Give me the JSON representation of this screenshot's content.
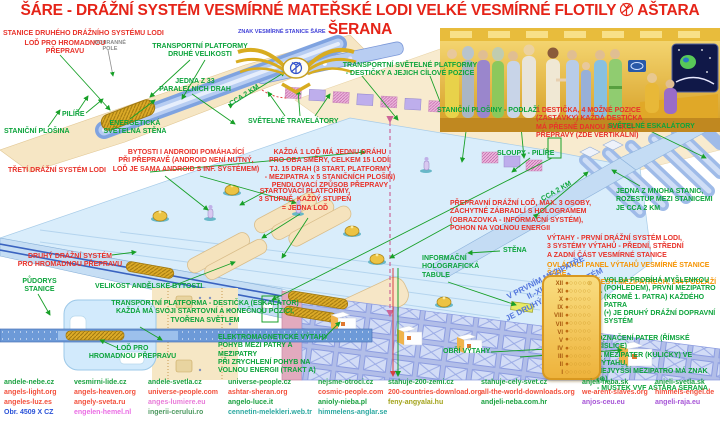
{
  "title": {
    "part1": "ŠÁRE - DRÁŽNÍ SYSTÉM VESMÍRNÉ MATEŘSKÉ LODI VELKÉ VESMÍRNÉ FLOTILY",
    "part2": "AŠTARA ŠERANA",
    "symbol_name": "ashtar-emblem",
    "color": "#e52418"
  },
  "emblem_caption": {
    "text": "ZNAK VESMÍRNÉ STANICE ŠÁRE",
    "color": "#4343d8"
  },
  "colors": {
    "green": "#0da43c",
    "red": "#e8322a",
    "orange": "#f59300",
    "blue_caption": "#4343d8",
    "wall_blue": "#5577dd",
    "grey": "#8c8c8c"
  },
  "labels": {
    "stanice_druheho": {
      "text": "STANICE DRUHÉHO DRÁŽNÍHO SYSTÉMU LODI",
      "color": "#e8322a"
    },
    "lod_top": {
      "text": "LOĎ PRO HROMADNOU\nPŘEPRAVU",
      "color": "#e8322a"
    },
    "ochranne_pole": {
      "text": "OCHRANNÉ\nPOLE",
      "color": "#8c8c8c"
    },
    "transp_druhe": {
      "text": "TRANSPORTNÍ PLATFORMY\nDRUHÉ VELIKOSTI",
      "color": "#0da43c"
    },
    "jedna_z_33": {
      "text": "JEDNA Z 33\nPARALELNÍCH DRAH",
      "color": "#0da43c"
    },
    "pilire": {
      "text": "PILÍŘE",
      "color": "#0da43c"
    },
    "energeticka": {
      "text": "ENERGETICKÁ\nSVĚTELNÁ STĚNA",
      "color": "#0da43c"
    },
    "stanicni_plosina": {
      "text": "STANIČNÍ PLOŠINA",
      "color": "#0da43c"
    },
    "transp_svetelne": {
      "text": "TRANSPORTNÍ SVĚTELNÉ PLATFORMY\n- DESTIČKY A JEJICH CÍLOVÉ POZICE",
      "color": "#0da43c"
    },
    "cca2km_left": {
      "text": "CCA 2 KM",
      "color": "#0da43c"
    },
    "svetelne_travel": {
      "text": "SVĚTELNÉ TRAVELÁTORY",
      "color": "#0da43c"
    },
    "stanicni_plosiny_podlazi": {
      "text": "STANIČNÍ PLOŠINY - PODLAŽÍ",
      "color": "#0da43c"
    },
    "desticka_1": {
      "text": "1 DESTIČKA, 4 MOŽNÉ POZICE\n(ZASTÁVKY) KAŽDÁ DESTIČKA\nMÁ PŘESNĚ DANOU FUNKCI\nPŘEPRAVY (ZDE VERTIKÁLNÍ)",
      "color": "#e8322a"
    },
    "svetelne_eskalatory": {
      "text": "SVĚTELNÉ ESKALÁTORY",
      "color": "#0da43c"
    },
    "treti_drazni": {
      "text": "TŘETÍ DRÁŽNÍ SYSTÉM LODI",
      "color": "#e8322a"
    },
    "bytosti": {
      "text": "BYTOSTI I ANDROIDI POMÁHAJÍCÍ\nPŘI PŘEPRAVĚ (ANDROID NENÍ NUTNÝ,\nLOĎ JE SAMA ANDROID S INF. SYSTÉMEM)",
      "color": "#e8322a"
    },
    "kazda_lod": {
      "text": "KAŽDÁ 1 LOĎ MÁ JEDNU DRÁHU\nPRO OBA SMĚRY, CELKEM 15 LODÍ,\nTJ. 15 DRAH (3 START. PLATFORMY\n- MEZIPATRA x 5 STANIČNÍCH PLOŠIN)\nPENDLOVACÍ ZPŮSOB PŘEPRAVY",
      "color": "#e8322a"
    },
    "sloupy_pilire": {
      "text": "SLOUPY - PILÍŘE",
      "color": "#0da43c"
    },
    "jedna_mnoha": {
      "text": "JEDNA Z MNOHA STANIC,\nROZESTUP MEZI STANICEMI\nJE CCA 2 KM",
      "color": "#0da43c"
    },
    "startovaci": {
      "text": "STARTOVACÍ PLATFORMY,\n3 STUPNĚ, KAŽDÝ STUPEŇ\n= JEDNA LOĎ",
      "color": "#e8322a"
    },
    "prepravni": {
      "text": "PŘEPRAVNÍ DRÁŽNÍ LOĎ, MAX. 3 OSOBY,\nZÁCHYTNÉ ZÁBRADLÍ S HOLOGRAMEM\n(OBRAZOVKA - INFORMAČNÍ SYSTÉM),\nPOHON NA VOLNOU ENERGII",
      "color": "#e8322a"
    },
    "cca2km_right": {
      "text": "CCA 2 KM",
      "color": "#0da43c"
    },
    "stena": {
      "text": "STĚNA",
      "color": "#0da43c"
    },
    "vytahy": {
      "text": "VÝTAHY - PRVNÍ DRÁŽNÍ SYSTÉM LODI,\n3 SYSTÉMY VÝTAHŮ - PŘEDNÍ, STŘEDNÍ\nA ZADNÍ ČÁST VESMÍRNÉ STANICE",
      "color": "#e8322a"
    },
    "ovladaci": {
      "text": "OVLÁDACÍ PANEL VÝTAHŮ VESMÍRNÉ STANICE ŠÁRE\nXII PATER, PO ŠESTI MEZIPATRECH, 144 PODLAŽÍ",
      "color": "#f59300"
    },
    "druhy_drazni": {
      "text": "DRUHÝ DRÁŽNÍ SYSTÉM\nPRO HROMADNOU PŘEPRAVU",
      "color": "#e8322a"
    },
    "informacni": {
      "text": "INFORMAČNÍ\nHOLOGRAFICKÁ\nTABULE",
      "color": "#0da43c"
    },
    "pudorys": {
      "text": "PŮDORYS\nSTANICE",
      "color": "#0da43c"
    },
    "velikost": {
      "text": "VELIKOST ANDĚLSKÉ BYTOSTI",
      "color": "#0da43c"
    },
    "transp_desticka": {
      "text": "TRANSPORTNÍ PLATFORMA - DESTIČKA (ESKALÁTOR)\nKAŽDÁ MÁ SVOJI STARTOVNÍ A KONEČNOU POZICI,\nTVOŘENA SVĚTLEM",
      "color": "#0da43c"
    },
    "lod_bottom": {
      "text": "LOĎ PRO\nHROMADNOU PŘEPRAVU",
      "color": "#0da43c"
    },
    "elektromag": {
      "text": "ELEKTROMAGNETICKÉ VÝTAHY\nPOHYB MEZI PATRY A MEZIPATRY\nPŘI ZRYCHLENÍ POHYB NA\nVOLNOU ENERGII (TRAKT A)",
      "color": "#0da43c"
    },
    "v_prvnim": {
      "text": "V PRVNÍM MEZIPATŘE\nII.-XII. PATRA\nJE DRUHÝ DRÁŽNÍ SYSTÉM",
      "color": "#5577dd"
    },
    "obri": {
      "text": "OBŘÍ VÝTAHY",
      "color": "#0da43c"
    },
    "volba": {
      "text": "VOLBA PROBÍHÁ MYŠLENKOU\n(POHLEDEM), PRVNÍ MEZIPATRO\n(KROMĚ 1. PATRA) KAŽDÉHO PATRA\n(•) JE DRUHÝ DRÁŽNÍ DOPRAVNÍ\nSYSTÉM",
      "color": "#0da43c"
    },
    "oznaceni": {
      "text": "OZNAČENÍ PATER (ŘÍMSKÉ ČÍSLICE)\nA MEZIPATER (KULIČKY) VE VÝTAHU,\nNEJVYŠŠÍ MEZIPATRO MÁ ZNAK (⊛)\n- MŮSTEK VVF AŠTARA ŠERANA",
      "color": "#0da43c"
    }
  },
  "elevator_panel": {
    "floors_count": "XII",
    "rows": [
      {
        "numeral": "XII",
        "first": "●",
        "rest": "○○○○⊛"
      },
      {
        "numeral": "XI",
        "first": "●",
        "rest": "○○○○○"
      },
      {
        "numeral": "X",
        "first": "●",
        "rest": "○○○○○"
      },
      {
        "numeral": "IX",
        "first": "●",
        "rest": "○○○○○"
      },
      {
        "numeral": "VIII",
        "first": "●",
        "rest": "○○○○○"
      },
      {
        "numeral": "VII",
        "first": "●",
        "rest": "○○○○○"
      },
      {
        "numeral": "VI",
        "first": "●",
        "rest": "○○○○○"
      },
      {
        "numeral": "V",
        "first": "●",
        "rest": "○○○○○"
      },
      {
        "numeral": "IV",
        "first": "●",
        "rest": "○○○○○"
      },
      {
        "numeral": "III",
        "first": "●",
        "rest": "○○○○○"
      },
      {
        "numeral": "II",
        "first": "●",
        "rest": "○○○○○"
      },
      {
        "numeral": "I",
        "first": "○",
        "rest": "○○○○○"
      }
    ]
  },
  "footer": {
    "columns": [
      {
        "links": [
          {
            "text": "andele-nebe.cz",
            "color": "#1ba141"
          },
          {
            "text": "angels-light.org",
            "color": "#f2503c"
          },
          {
            "text": "angeles-luz.es",
            "color": "#f2503c"
          },
          {
            "text": "Obr. 4509 X CZ",
            "color": "#2a52d8"
          }
        ]
      },
      {
        "links": [
          {
            "text": "vesmirni-lide.cz",
            "color": "#1ba141"
          },
          {
            "text": "angels-heaven.org",
            "color": "#f2503c"
          },
          {
            "text": "angely-sveta.ru",
            "color": "#f2503c"
          },
          {
            "text": "engelen-hemel.nl",
            "color": "#ea6ce4"
          }
        ]
      },
      {
        "links": [
          {
            "text": "andele-svetla.cz",
            "color": "#1ba141"
          },
          {
            "text": "universe-people.com",
            "color": "#f2503c"
          },
          {
            "text": "anges-lumiere.eu",
            "color": "#e87ad8"
          },
          {
            "text": "ingerii-cerului.ro",
            "color": "#4d9960"
          }
        ]
      },
      {
        "links": [
          {
            "text": "universe-people.cz",
            "color": "#1ba141"
          },
          {
            "text": "ashtar-sheran.org",
            "color": "#f2503c"
          },
          {
            "text": "angelo-luce.it",
            "color": "#1ba141"
          },
          {
            "text": "cennetin-melekleri.web.tr",
            "color": "#2ba8a0"
          }
        ]
      },
      {
        "links": [
          {
            "text": "nejsme-otroci.cz",
            "color": "#1ba141"
          },
          {
            "text": "cosmic-people.com",
            "color": "#f2503c"
          },
          {
            "text": "anioly-nieba.pl",
            "color": "#1ba141"
          },
          {
            "text": "himmelens-anglar.se",
            "color": "#2ba8a0"
          }
        ]
      },
      {
        "links": [
          {
            "text": "stahuje-200-zemi.cz",
            "color": "#1ba141"
          },
          {
            "text": "200-countries-download.org",
            "color": "#f2503c"
          },
          {
            "text": "feny-angyalai.hu",
            "color": "#a3a31b"
          }
        ]
      },
      {
        "links": [
          {
            "text": "stahuje-cely-svet.cz",
            "color": "#1ba141"
          },
          {
            "text": "all-the-world-downloads.org",
            "color": "#f2503c"
          },
          {
            "text": "andjeli-neba.com.hr",
            "color": "#1ba141"
          }
        ]
      },
      {
        "links": [
          {
            "text": "anjeli-neba.sk",
            "color": "#1ba141"
          },
          {
            "text": "we-arent-slaves.org",
            "color": "#f2503c"
          },
          {
            "text": "anjos-ceu.eu",
            "color": "#a654d6"
          }
        ]
      },
      {
        "links": [
          {
            "text": "anjeli-svetla.sk",
            "color": "#1ba141"
          },
          {
            "text": "himmels-engel.de",
            "color": "#f2503c"
          },
          {
            "text": "angeli-raja.eu",
            "color": "#a654d6"
          }
        ]
      }
    ]
  }
}
